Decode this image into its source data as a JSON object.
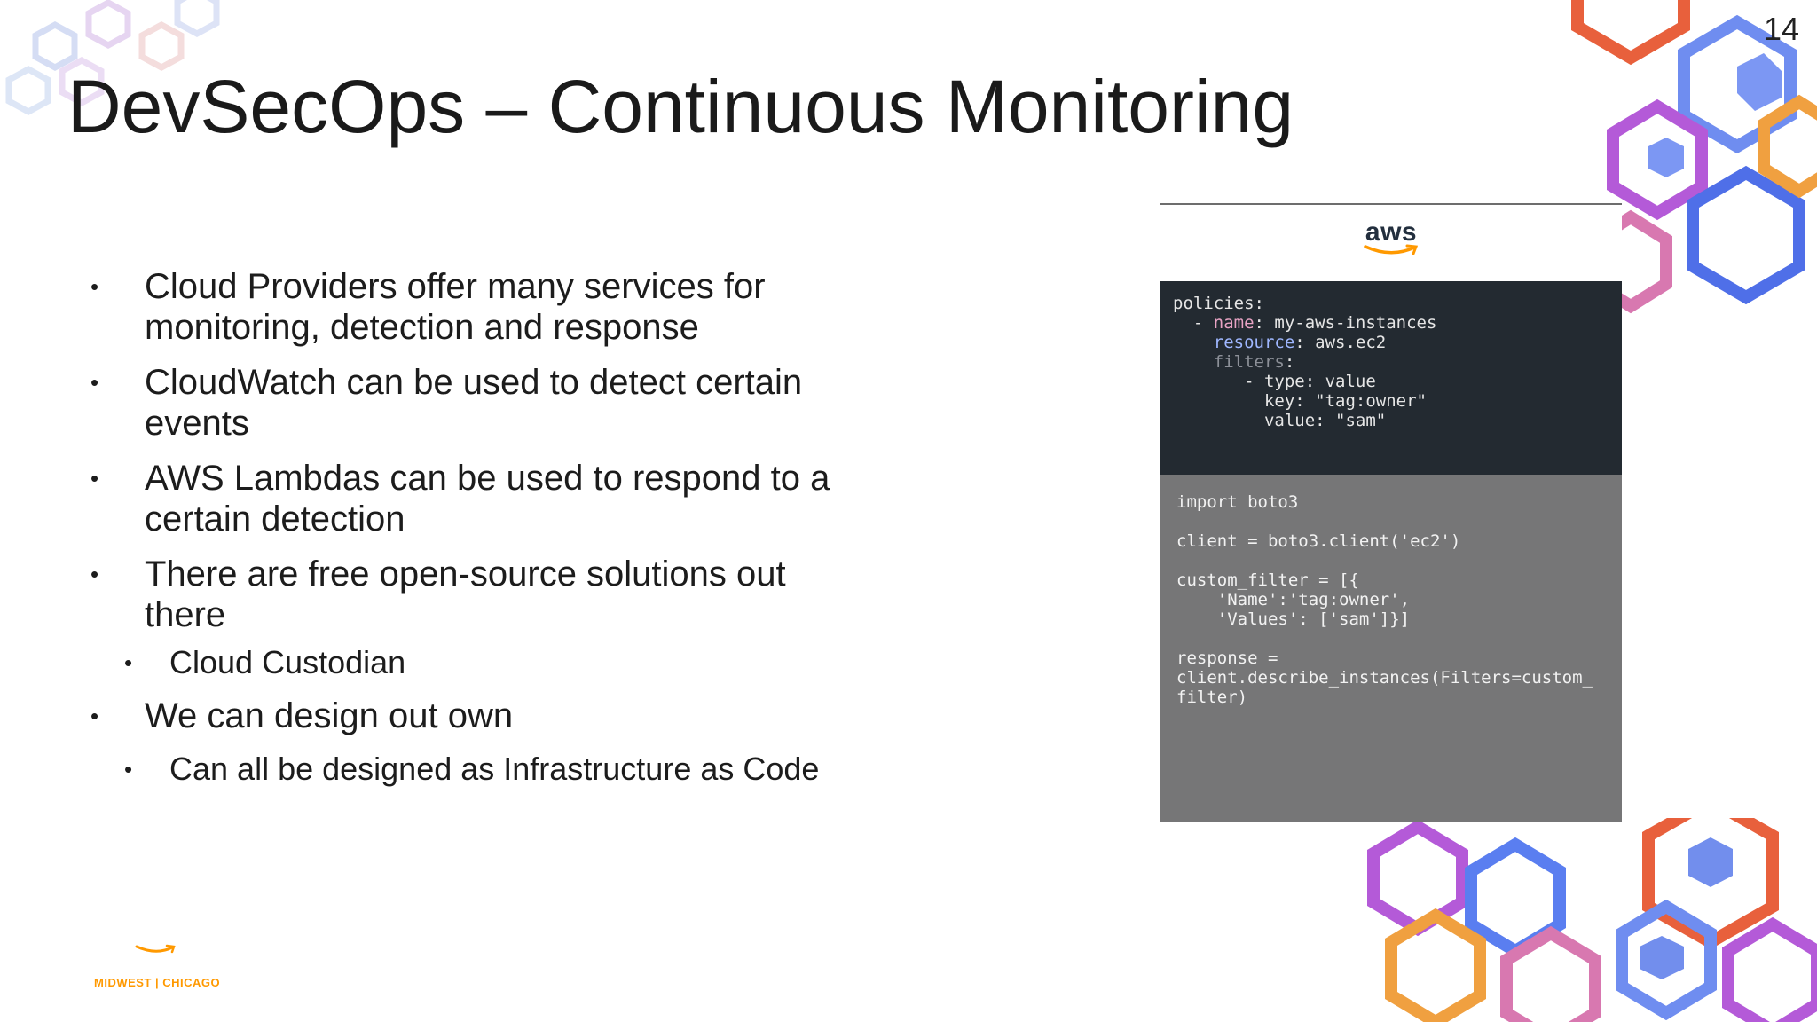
{
  "slide": {
    "title": "DevSecOps – Continuous Monitoring",
    "page_number": "14"
  },
  "bullets": [
    {
      "level": 1,
      "text": "Cloud Providers offer many services for monitoring, detection and response"
    },
    {
      "level": 1,
      "text": "CloudWatch can be used to detect certain events"
    },
    {
      "level": 1,
      "text": "AWS Lambdas can be used to respond to a certain detection"
    },
    {
      "level": 1,
      "text": "There are free open-source solutions out there"
    },
    {
      "level": 2,
      "text": "Cloud Custodian"
    },
    {
      "level": 1,
      "text": "We can design out own"
    },
    {
      "level": 2,
      "text": "Can all be designed as Infrastructure as Code"
    }
  ],
  "code_panel": {
    "logo_text": "aws",
    "yaml": {
      "line1": "policies:",
      "line2_dash": "  - ",
      "line2_key": "name",
      "line2_val": ": my-aws-instances",
      "line3_key": "resource",
      "line3_val": ": aws.ec2",
      "line4_key": "filters",
      "line4_val": ":",
      "line5": "       - type: value",
      "line6": "         key: \"tag:owner\"",
      "line7": "         value: \"sam\""
    },
    "python": {
      "line1": "import boto3",
      "line2": "client = boto3.client('ec2')",
      "line3": "custom_filter = [{",
      "line4": "    'Name':'tag:owner',",
      "line5": "    'Values': ['sam']}]",
      "line6": "response =",
      "line7": "client.describe_instances(Filters=custom_",
      "line8": "filter)"
    }
  },
  "footer": {
    "text": "MIDWEST | CHICAGO"
  },
  "colors": {
    "brand_orange": "#ff9900",
    "yaml_bg": "#232a31",
    "python_bg": "#767677"
  },
  "icons": [
    "hexagon-pattern-icon",
    "aws-smile-icon"
  ]
}
